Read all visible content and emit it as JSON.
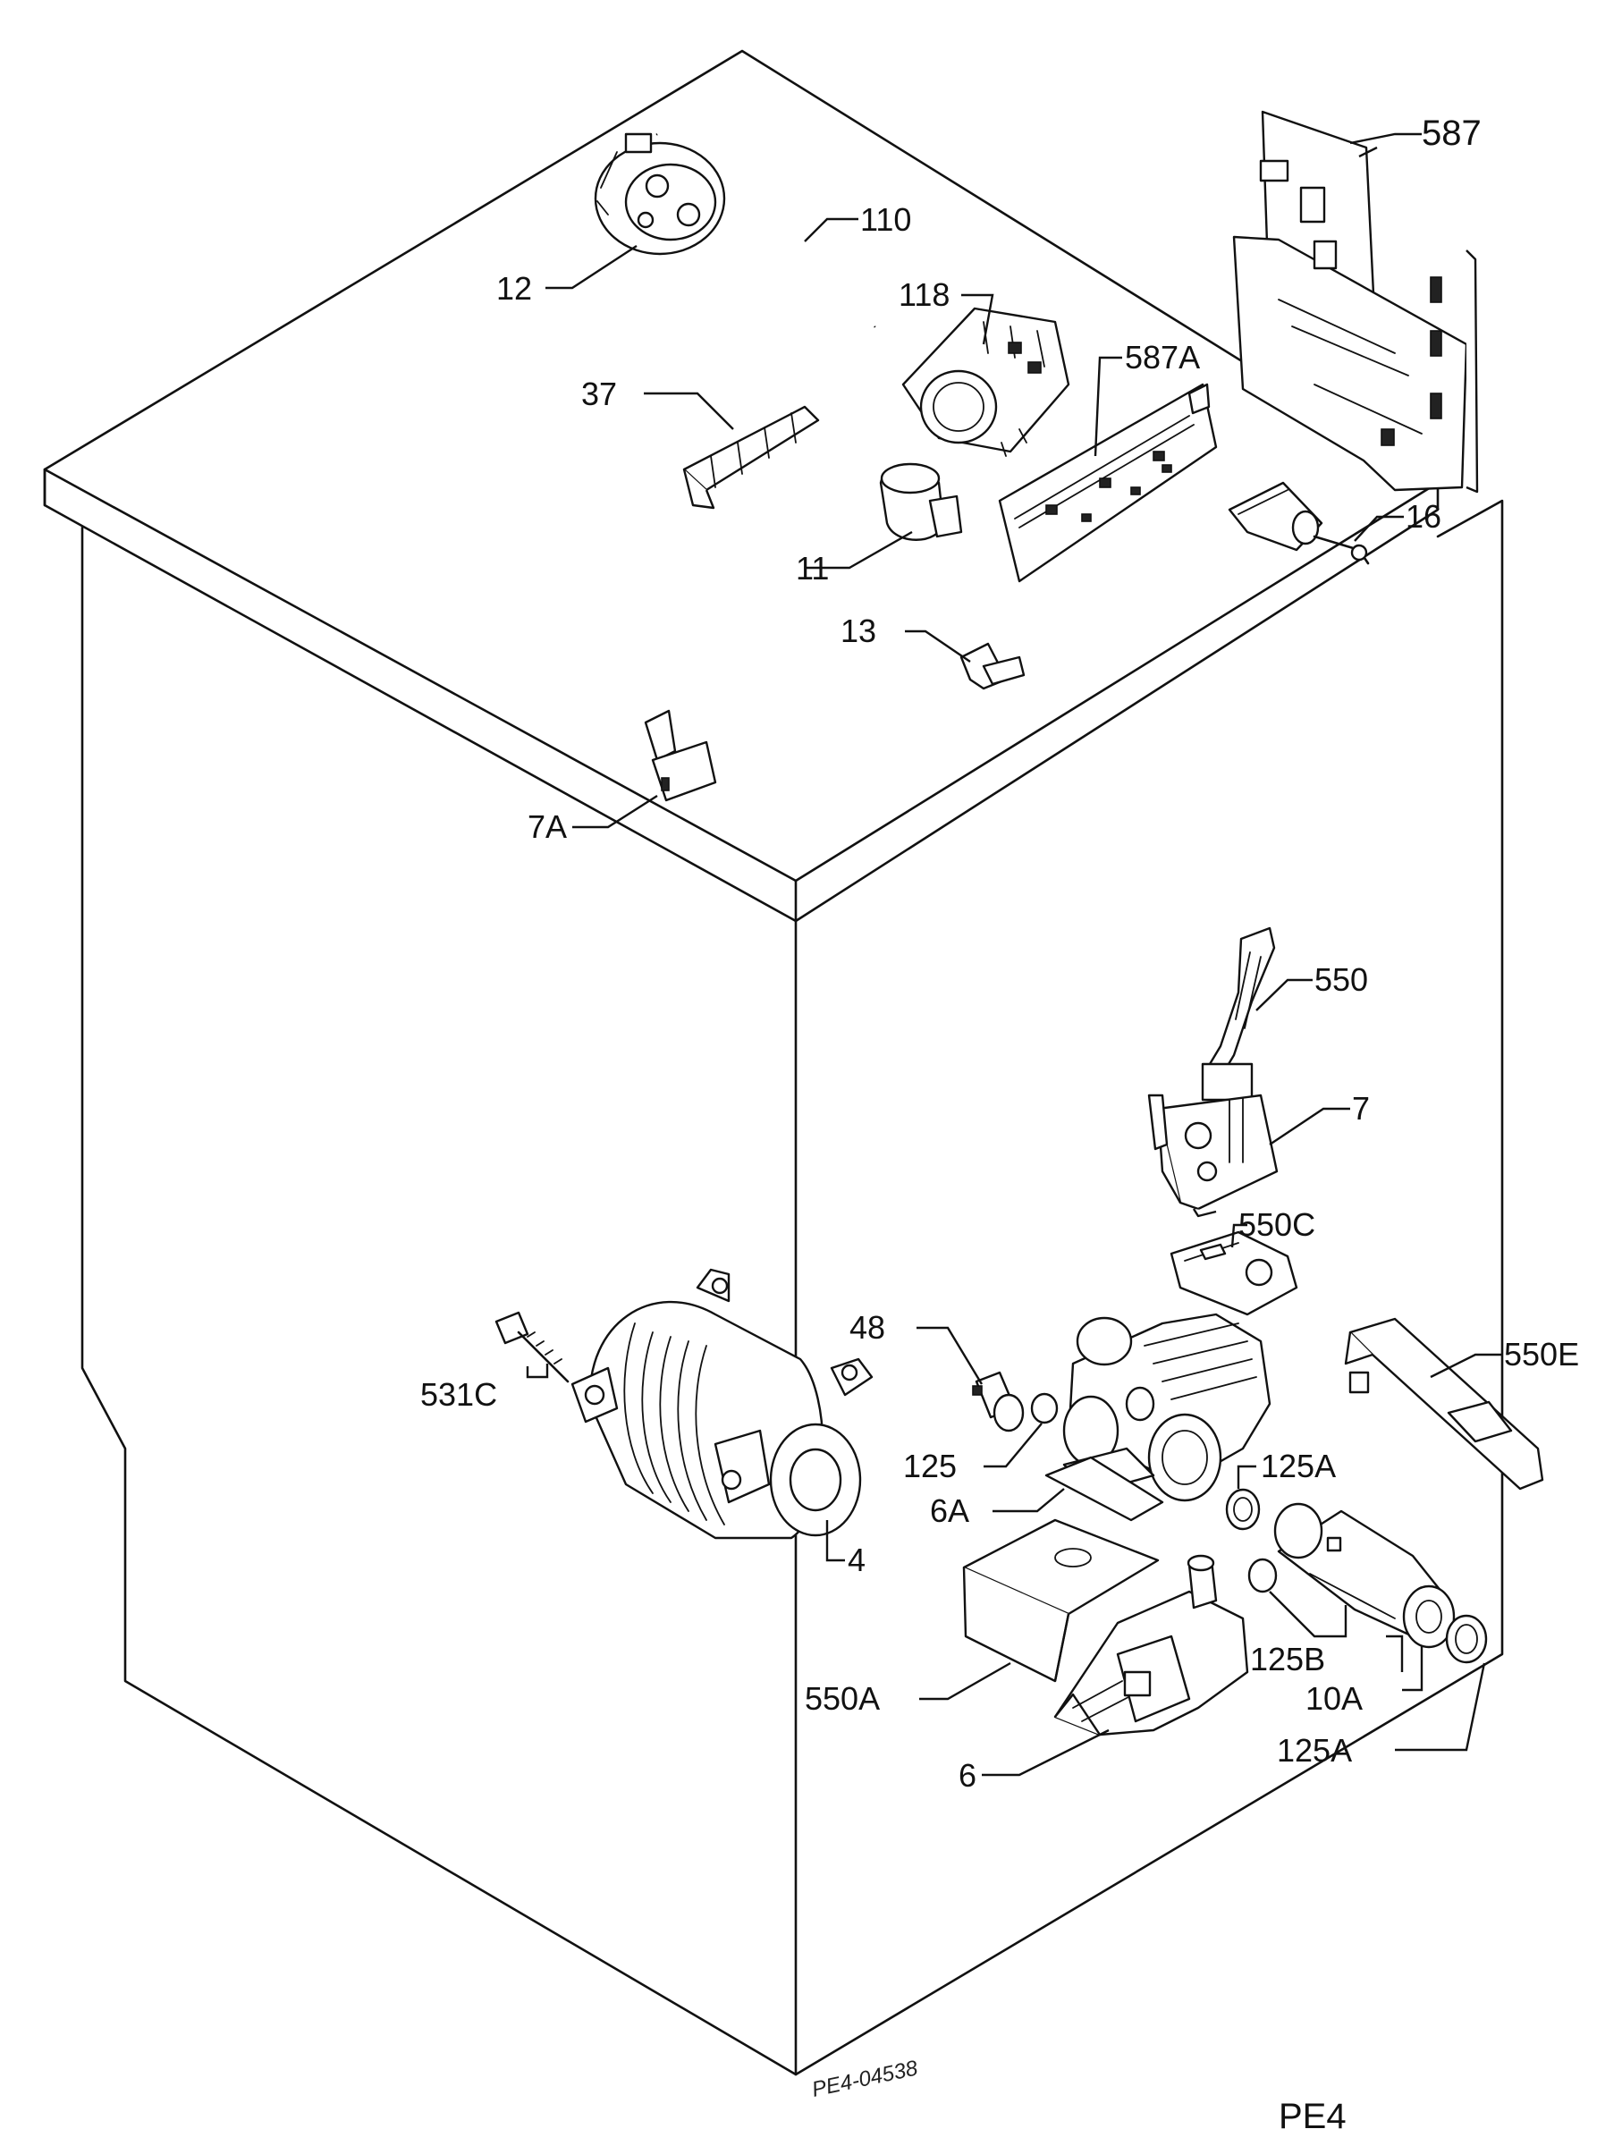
{
  "labels": {
    "p12": "12",
    "p110": "110",
    "p118": "118",
    "p587": "587",
    "p587a": "587A",
    "p37": "37",
    "p11": "11",
    "p16": "16",
    "p13": "13",
    "p7a": "7A",
    "p550": "550",
    "p7": "7",
    "p550c": "550C",
    "p48": "48",
    "p531c": "531C",
    "p125": "125",
    "p125a_1": "125A",
    "p550e": "550E",
    "p6a": "6A",
    "p4": "4",
    "p125b": "125B",
    "p10a": "10A",
    "p550a": "550A",
    "p125a_2": "125A",
    "p6": "6"
  },
  "stamp": "PE4-04538",
  "corner_code": "PE4"
}
